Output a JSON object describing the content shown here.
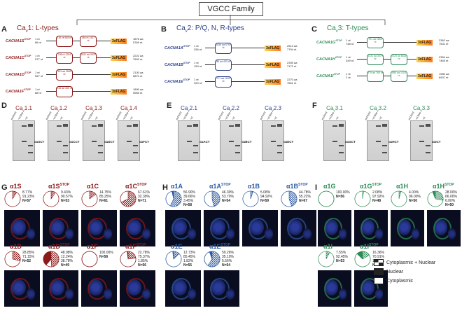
{
  "header": {
    "title": "VGCC Family"
  },
  "panels_top": [
    {
      "letter": "A",
      "title_prefix": "Ca",
      "title_sub": "v",
      "title_suffix": "1: L-types"
    },
    {
      "letter": "B",
      "title_prefix": "Ca",
      "title_sub": "v",
      "title_suffix": "2: P/Q, N, R-types"
    },
    {
      "letter": "C",
      "title_prefix": "Ca",
      "title_sub": "v",
      "title_suffix": "3: T-types"
    }
  ],
  "constructs": {
    "A": [
      {
        "gene": "CACNA1S",
        "stop": "STOP",
        "start": "1 nt",
        "start2": "86 nt",
        "oct1": "181 nt 548 nt",
        "oct2": "464 nt 1437 nt",
        "flag": "3xFLAG",
        "end1": "1876 aa",
        "end2": "5769 nt"
      },
      {
        "gene": "CACNA1C",
        "stop": "STOP",
        "start": "1 nt",
        "start2": "577 nt",
        "oct1": "236 nt 1254 nt",
        "oct2": "1531 aa 3937 nt",
        "flag": "3xFLAG",
        "end1": "2222 aa",
        "end2": "7692 nt"
      },
      {
        "gene": "CACNA1D",
        "stop": "STOP",
        "start": "1 nt",
        "start2": "557 nt",
        "oct1": "333 aa 2655 nt",
        "oct2": "",
        "flag": "3xFLAG",
        "end1": "2130 aa",
        "end2": "6870 nt"
      },
      {
        "gene": "CACNA1F",
        "stop": "STOP",
        "start": "1 nt",
        "start2": "88 nt",
        "oct1": "145 aa 435 nt",
        "oct2": "",
        "flag": "3xFLAG",
        "end1": "1890 aa",
        "end2": "5965 nt"
      }
    ],
    "B": [
      {
        "gene": "CACNA1A",
        "stop": "STOP",
        "start": "1 nt",
        "start2": "256 nt",
        "oct1": "1835 aa 5792 nt",
        "flag": "3xFLAG",
        "end1": "2513 aa",
        "end2": "7794 nt"
      },
      {
        "gene": "CACNA1B",
        "stop": "STOP",
        "start": "1 nt",
        "start2": "153 nt",
        "oct1": "85 aa 403 nt",
        "flag": "3xFLAG",
        "end1": "2339 aa",
        "end2": "7172 nt"
      },
      {
        "gene": "CACNA1E",
        "stop": "STOP",
        "start": "1 nt",
        "start2": "329 nt",
        "oct1": "271 aa 1639 nt",
        "flag": "3xFLAG",
        "end1": "2270 aa",
        "end2": "7661 nt"
      }
    ],
    "C": [
      {
        "gene": "CACNA1G",
        "stop": "STOP",
        "start": "1 nt",
        "start2": "748 nt",
        "oct1": "751 aa 2865 nt",
        "flag": "3xFLAG",
        "end1": "2362 aa",
        "end2": "7531 nt"
      },
      {
        "gene": "CACNA1H",
        "stop": "STOP",
        "start": "1 nt",
        "start2": "349 nt",
        "oct1": "1231 aa 3579 nt",
        "oct2": "2120 aa 6621 nt",
        "flag": "3xFLAG",
        "end1": "2354 aa",
        "end2": "7465 nt"
      },
      {
        "gene": "CACNA1I",
        "stop": "STOP",
        "start": "1 nt",
        "start2": "2 nt",
        "oct1": "379 aa 768 nt",
        "oct2": "685 aa 1318 nt",
        "flag": "3xFLAG",
        "end1": "1980 aa",
        "end2": "6907 nt"
      }
    ]
  },
  "blots": {
    "D": {
      "letter": "D",
      "items": [
        {
          "title": "Ca",
          "sub": "v",
          "num": "1.1",
          "label": "α1SCT"
        },
        {
          "title": "Ca",
          "sub": "v",
          "num": "1.2",
          "label": "α1CCT"
        },
        {
          "title": "Ca",
          "sub": "v",
          "num": "1.3",
          "label": "α1DCT"
        },
        {
          "title": "Ca",
          "sub": "v",
          "num": "1.4",
          "label": "α1FCT"
        }
      ]
    },
    "E": {
      "letter": "E",
      "items": [
        {
          "title": "Ca",
          "sub": "v",
          "num": "2.1",
          "label": "α1ACT"
        },
        {
          "title": "Ca",
          "sub": "v",
          "num": "2.2",
          "label": "α1BCT"
        },
        {
          "title": "Ca",
          "sub": "v",
          "num": "2.3",
          "label": "α1ECT"
        }
      ]
    },
    "F": {
      "letter": "F",
      "items": [
        {
          "title": "Ca",
          "sub": "v",
          "num": "3.1",
          "label": "α1GCT"
        },
        {
          "title": "Ca",
          "sub": "v",
          "num": "3.2",
          "label": "α1HCT"
        },
        {
          "title": "Ca",
          "sub": "v",
          "num": "3.3",
          "label": "α1ICT"
        }
      ]
    }
  },
  "lane_labels": [
    "pcDNA3",
    "-α1Stop",
    "-α1"
  ],
  "localization": {
    "G": [
      {
        "name": "α1S",
        "sup": "",
        "stats": [
          "8.77%",
          "91.23%"
        ],
        "n": "N=57",
        "color": "#8b1a1a"
      },
      {
        "name": "α1S",
        "sup": "STOP",
        "stats": [
          "9.43%",
          "90.57%"
        ],
        "n": "N=53",
        "color": "#8b1a1a"
      },
      {
        "name": "α1C",
        "sup": "",
        "stats": [
          "14.75%",
          "85.25%"
        ],
        "n": "N=61",
        "color": "#8b1a1a"
      },
      {
        "name": "α1C",
        "sup": "STOP",
        "stats": [
          "67.61%",
          "32.39%"
        ],
        "n": "N=71",
        "color": "#8b1a1a"
      },
      {
        "name": "α1D",
        "sup": "",
        "stats": [
          "28.85%",
          "71.15%"
        ],
        "n": "N=52",
        "color": "#8b1a1a"
      },
      {
        "name": "α1D",
        "sup": "STOP",
        "stats": [
          "48.98%",
          "12.24%",
          "38.78%"
        ],
        "n": "N=49",
        "color": "#8b1a1a"
      },
      {
        "name": "α1F",
        "sup": "",
        "stats": [
          "100.00%"
        ],
        "n": "N=58",
        "color": "#8b1a1a"
      },
      {
        "name": "α1F",
        "sup": "STOP",
        "stats": [
          "22.78%",
          "75.37%",
          "1.85%"
        ],
        "n": "N=56",
        "color": "#8b1a1a"
      }
    ],
    "H": [
      {
        "name": "α1A",
        "sup": "",
        "stats": [
          "56.90%",
          "39.66%",
          "3.45%"
        ],
        "n": "N=58",
        "color": "#2c5aa0"
      },
      {
        "name": "α1A",
        "sup": "STOP",
        "stats": [
          "46.30%",
          "53.70%"
        ],
        "n": "N=54",
        "color": "#2c5aa0"
      },
      {
        "name": "α1B",
        "sup": "",
        "stats": [
          "5.08%",
          "94.92%"
        ],
        "n": "N=59",
        "color": "#2c5aa0"
      },
      {
        "name": "α1B",
        "sup": "STOP",
        "stats": [
          "44.78%",
          "55.22%"
        ],
        "n": "N=67",
        "color": "#2c5aa0"
      },
      {
        "name": "α1E",
        "sup": "",
        "stats": [
          "12.73%",
          "85.45%",
          "1.82%"
        ],
        "n": "N=55",
        "color": "#2c5aa0"
      },
      {
        "name": "α1E",
        "sup": "STOP",
        "stats": [
          "59.26%",
          "35.19%",
          "5.56%"
        ],
        "n": "N=54",
        "color": "#2c5aa0"
      }
    ],
    "I": [
      {
        "name": "α1G",
        "sup": "",
        "stats": [
          "100.00%"
        ],
        "n": "N=56",
        "color": "#2e8b57"
      },
      {
        "name": "α1G",
        "sup": "STOP",
        "stats": [
          "2.08%",
          "97.92%"
        ],
        "n": "N=48",
        "color": "#2e8b57"
      },
      {
        "name": "α1H",
        "sup": "",
        "stats": [
          "4.00%",
          "96.00%"
        ],
        "n": "N=50",
        "color": "#2e8b57"
      },
      {
        "name": "α1H",
        "sup": "STOP",
        "stats": [
          "28.00%",
          "66.00%",
          "6.00%"
        ],
        "n": "N=50",
        "color": "#2e8b57"
      },
      {
        "name": "α1I",
        "sup": "",
        "stats": [
          "7.55%",
          "92.45%"
        ],
        "n": "N=53",
        "color": "#2e8b57"
      },
      {
        "name": "α1I",
        "sup": "STOP",
        "stats": [
          "16.36%",
          "70.91%",
          "12.73%"
        ],
        "n": "N=55",
        "color": "#2e8b57"
      }
    ]
  },
  "legend": [
    {
      "label": "Cytoplasmic + Nuclear",
      "style": "hatch"
    },
    {
      "label": "Nuclear",
      "style": "solid"
    },
    {
      "label": "Cytoplasmic",
      "style": "empty"
    }
  ]
}
